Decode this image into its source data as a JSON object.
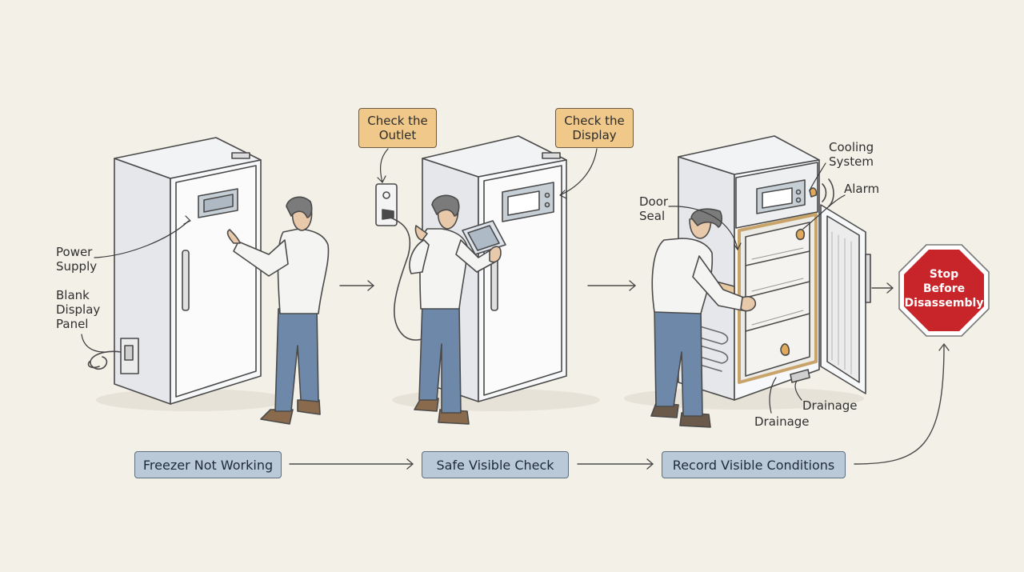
{
  "annotations": {
    "power_supply": "Power\nSupply",
    "blank_display_panel": "Blank\nDisplay\nPanel",
    "check_outlet": "Check the\nOutlet",
    "check_display": "Check the\nDisplay",
    "door_seal": "Door\nSeal",
    "cooling_system": "Cooling\nSystem",
    "alarm": "Alarm",
    "drainage_right": "Drainage",
    "drainage_left": "Drainage"
  },
  "steps": {
    "step1": "Freezer Not Working",
    "step2": "Safe Visible Check",
    "step3": "Record Visible Conditions"
  },
  "stop_sign": {
    "text": "Stop\nBefore\nDisassembly",
    "color": "#c8252b"
  },
  "colors": {
    "background": "#f3f0e7",
    "tag_fill": "#f0c98a",
    "step_fill": "#b9c9d8",
    "shirt": "#f4f4f2",
    "jeans": "#6d88a8"
  }
}
